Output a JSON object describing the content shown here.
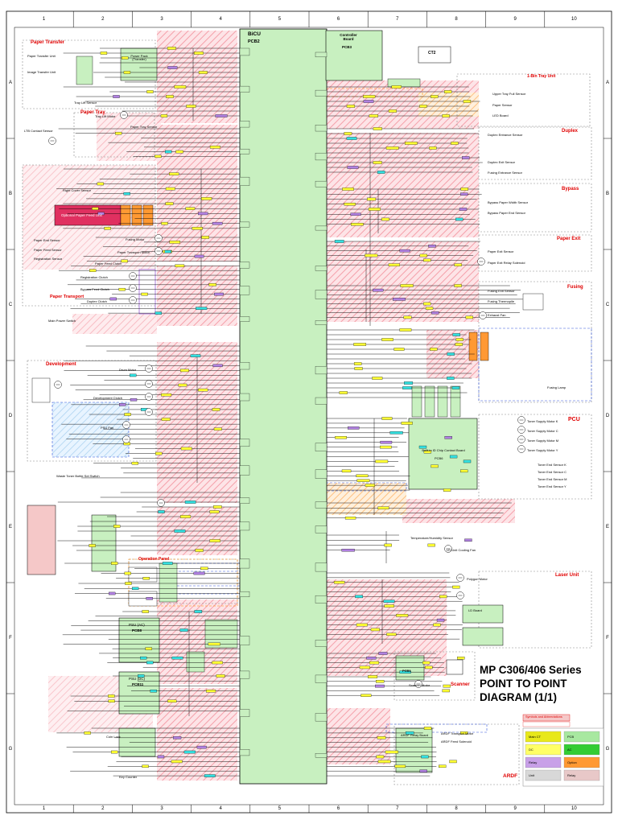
{
  "diagram": {
    "title_lines": [
      "MP C306/406 Series",
      "POINT TO POINT",
      "DIAGRAM (1/1)"
    ],
    "grid": {
      "columns": [
        "1",
        "2",
        "3",
        "4",
        "5",
        "6",
        "7",
        "8",
        "9",
        "10"
      ],
      "rows": [
        "A",
        "B",
        "C",
        "D",
        "E",
        "F",
        "G"
      ]
    },
    "boards": {
      "bicu": "BiCU",
      "bicu_pcb": "PCB2",
      "controller": "Controller Board",
      "controller_pcb": "PCB3",
      "ct2": "CT2",
      "pcu_board": "Built-in ID Chip Contact Board",
      "pcu_board_pcb": "PCB6",
      "psu_ac": "PSU (AC)",
      "psu_ac_pcb": "PCB8",
      "psu_dc": "PSU (DC)",
      "psu_dc_pcb": "PCB11",
      "arf_board": "ARDF Relay Board",
      "pcb_small": "PCB1"
    },
    "sections": [
      {
        "label": "Paper Transfer"
      },
      {
        "label": "Paper Tray"
      },
      {
        "label": "Paper Transport"
      },
      {
        "label": "Development"
      },
      {
        "label": "Operation Panel"
      },
      {
        "label": "1-Bin Tray Unit"
      },
      {
        "label": "Duplex"
      },
      {
        "label": "Bypass"
      },
      {
        "label": "Paper Exit"
      },
      {
        "label": "Fusing"
      },
      {
        "label": "PCU"
      },
      {
        "label": "Laser Unit"
      },
      {
        "label": "Scanner"
      },
      {
        "label": "ARDF"
      }
    ],
    "components": [
      {
        "label": "Power Pack (Transfer)"
      },
      {
        "label": "Paper Transfer Unit"
      },
      {
        "label": "Image Transfer Unit"
      },
      {
        "label": "Tray Lift Sensor"
      },
      {
        "label": "Tray Lift Motor"
      },
      {
        "label": "Paper Tray Sensor"
      },
      {
        "label": "LTB Contact Sensor"
      },
      {
        "label": "Right Cover Sensor"
      },
      {
        "label": "Optional Paper Feed Unit"
      },
      {
        "label": "Paper End Sensor"
      },
      {
        "label": "Paper Feed Sensor"
      },
      {
        "label": "Registration Sensor"
      },
      {
        "label": "Fusing Motor"
      },
      {
        "label": "Paper Transport Motor"
      },
      {
        "label": "Paper Feed Clutch"
      },
      {
        "label": "Registration Clutch"
      },
      {
        "label": "Bypass Feed Clutch"
      },
      {
        "label": "Duplex Clutch"
      },
      {
        "label": "Main Power Switch"
      },
      {
        "label": "Drum Motor"
      },
      {
        "label": "Development Clutch"
      },
      {
        "label": "PSU Fan"
      },
      {
        "label": "Waste Toner Bottle Set Switch"
      },
      {
        "label": "Upper Tray Full Sensor"
      },
      {
        "label": "Paper Sensor"
      },
      {
        "label": "LED Board"
      },
      {
        "label": "Duplex Entrance Sensor"
      },
      {
        "label": "Duplex Exit Sensor"
      },
      {
        "label": "Fusing Entrance Sensor"
      },
      {
        "label": "Bypass Paper Width Sensor"
      },
      {
        "label": "Bypass Paper End Sensor"
      },
      {
        "label": "Paper Exit Sensor"
      },
      {
        "label": "Paper Exit Relay Solenoid"
      },
      {
        "label": "Fusing Exit Sensor"
      },
      {
        "label": "Fusing Thermopile"
      },
      {
        "label": "Exhaust Fan"
      },
      {
        "label": "Fusing Lamp"
      },
      {
        "label": "Toner Supply Motor K"
      },
      {
        "label": "Toner Supply Motor C"
      },
      {
        "label": "Toner Supply Motor M"
      },
      {
        "label": "Toner Supply Motor Y"
      },
      {
        "label": "Toner End Sensor K"
      },
      {
        "label": "Toner End Sensor C"
      },
      {
        "label": "Toner End Sensor M"
      },
      {
        "label": "Toner End Sensor Y"
      },
      {
        "label": "Temperature/Humidity Sensor"
      },
      {
        "label": "LD Unit Cooling Fan"
      },
      {
        "label": "Polygon Motor"
      },
      {
        "label": "LD Board"
      },
      {
        "label": "Scanner Motor"
      },
      {
        "label": "ARDF Transport Motor"
      },
      {
        "label": "ARDF Feed Solenoid"
      },
      {
        "label": "Key Counter"
      },
      {
        "label": "Coin Lock"
      }
    ],
    "legend": {
      "title": "Symbols and Abbreviations",
      "items": [
        {
          "label": "Main CT",
          "color": "#e8e81a"
        },
        {
          "label": "PCB",
          "color": "#a8e8a0"
        },
        {
          "label": "DC",
          "color": "#ffff66"
        },
        {
          "label": "AC",
          "color": "#33cc33"
        },
        {
          "label": "Relay",
          "color": "#c8a0e8"
        },
        {
          "label": "Option",
          "color": "#ff9933"
        },
        {
          "label": "Unit",
          "color": "#d8d8d8"
        },
        {
          "label": "Relay",
          "color": "#e8c8c8"
        }
      ]
    },
    "colors": {
      "board_green": "#c8f0c0",
      "pink_hatch": "#f7b0b8",
      "connector_yellow": "#ffff33",
      "connector_cyan": "#33e0e0",
      "connector_purple": "#b080e0",
      "connector_orange": "#ff9933",
      "section_red": "#e00000",
      "dashed_blue": "#3355dd",
      "dashed_orange": "#ff8800"
    }
  }
}
